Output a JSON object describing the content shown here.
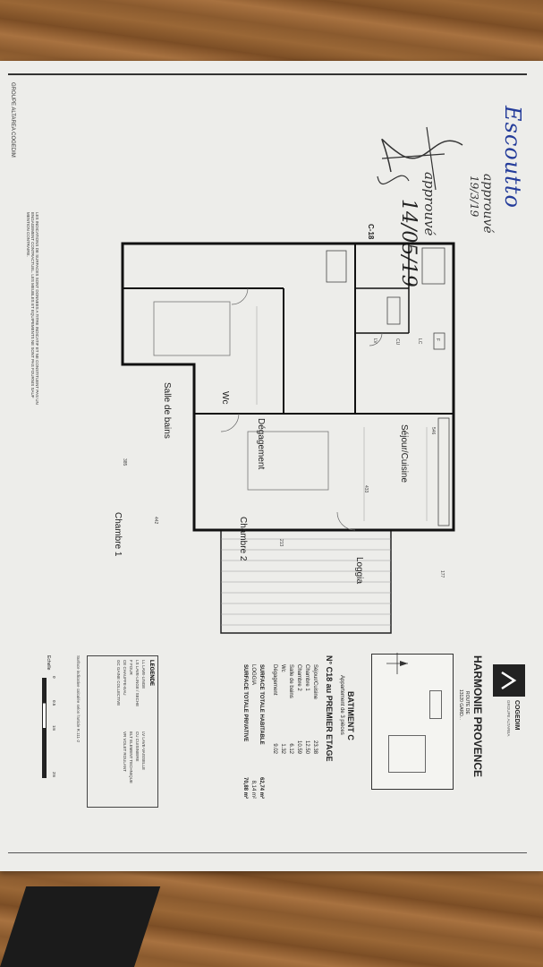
{
  "brand": {
    "logo_text": "COGEDIM",
    "logo_sub": "GROUPE ALTAREA"
  },
  "project": {
    "name": "HARMONIE PROVENCE",
    "address_line1": "ROUTE DE",
    "address_line2": "13120 GARD..."
  },
  "building": {
    "name": "BATIMENT C",
    "type": "Appartement de 3 pièces",
    "lot_line": "N° C18  au PREMIER ETAGE"
  },
  "rooms_table": [
    {
      "label": "Séjour/Cuisine",
      "value": "23.38"
    },
    {
      "label": "Chambre 1",
      "value": "12.50"
    },
    {
      "label": "Chambre 2",
      "value": "10.59"
    },
    {
      "label": "Salle de bains",
      "value": "6.12"
    },
    {
      "label": "Wc",
      "value": "1.32"
    },
    {
      "label": "Dégagement",
      "value": "9.02"
    }
  ],
  "totals": [
    {
      "label": "SURFACE TOTALE HABITABLE",
      "value": "62,74 m²"
    },
    {
      "label": "LOGGIA",
      "value": "8,14 m²"
    },
    {
      "label": "SURFACE TOTALE PRIVATIVE",
      "value": "70,88 m²"
    }
  ],
  "legend": {
    "title": "LEGENDE",
    "items": [
      "LL   LAVE-LINGE",
      "LV   LAVE-VAISSELLE",
      "LS   LAVE-LINGE / SECHE",
      "CU   CUISINIERE",
      "F    FOUR",
      "ELT  ELEMENT TECHNIQUE",
      "CE   CHAUFFE-EAU",
      "VR   VOLET ROULANT",
      "GC   GAINE COLLECTIVE"
    ]
  },
  "scale": {
    "label": "Echelle",
    "ticks": [
      "0",
      "0.5",
      "1m",
      "2m"
    ]
  },
  "plan": {
    "lot_marker": "C-18",
    "rooms": {
      "sejour": "Séjour/Cuisine",
      "loggia": "Loggia",
      "degagement": "Dégagement",
      "chambre2": "Chambre 2",
      "chambre1": "Chambre 1",
      "salle_de_bains": "Salle de bains",
      "wc": "Wc"
    },
    "appliances": {
      "lv": "LV",
      "cu": "CU",
      "lc": "LC",
      "f": "F"
    },
    "dims": {
      "d1": "546",
      "d2": "433",
      "d3": "213",
      "d4": "385",
      "d5": "442",
      "d6": "177"
    }
  },
  "notes": {
    "bottom_block": "LES INDICATIONS DE SURFACES SONT DONNEES A TITRE INDICATIF ET NE CONSTITUENT PAS UN ENGAGEMENT CONTRACTUEL. LES MEUBLES ET EQUIPEMENTS NE SONT PAS FOURNIS SAUF MENTION CONTRAIRE.",
    "footer": "GROUPE ALTAREA COGEDIM",
    "footnote": "Surface indicative calculée selon l'article R.111-2"
  },
  "handwriting": {
    "sig1": "Escoutto",
    "approval1": "approuvé",
    "date1": "19/3/19",
    "approval2": "approuvé",
    "date2": "14/05/19"
  }
}
